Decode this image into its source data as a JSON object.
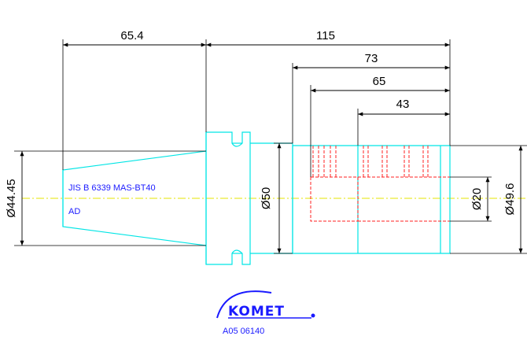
{
  "dimensions": {
    "d_65_4": "65.4",
    "d_115": "115",
    "d_73": "73",
    "d_65": "65",
    "d_43": "43",
    "d_44_45": "Ø44.45",
    "d_50": "Ø50",
    "d_20": "Ø20",
    "d_49_6": "Ø49.6"
  },
  "notes": {
    "standard": "JIS B 6339 MAS-BT40",
    "form": "AD"
  },
  "logo": {
    "brand": "KOMET"
  },
  "part_code": "A05 06140",
  "colors": {
    "outline": "#00e5e5",
    "hidden": "#ff2020",
    "centerline": "#e6e600",
    "dimension": "#000000",
    "text": "#1a1aff"
  }
}
